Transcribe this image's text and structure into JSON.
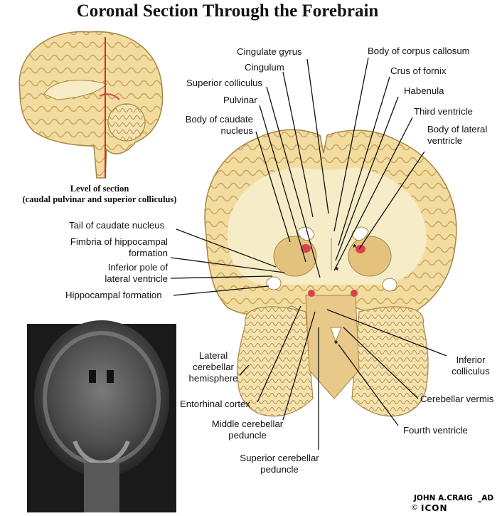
{
  "title": "Coronal Section Through the Forebrain",
  "level_caption": {
    "line1": "Level of section",
    "line2": "(caudal pulvinar and superior colliculus)"
  },
  "labels": {
    "cingulate_gyrus": "Cingulate gyrus",
    "cingulum": "Cingulum",
    "superior_colliculus": "Superior colliculus",
    "pulvinar": "Pulvinar",
    "body_of_caudate_1": "Body of caudate",
    "body_of_caudate_2": "nucleus",
    "body_of_corpus_callosum": "Body of corpus callosum",
    "crus_of_fornix": "Crus of fornix",
    "habenula": "Habenula",
    "third_ventricle": "Third ventricle",
    "body_of_lateral_1": "Body of lateral",
    "body_of_lateral_2": "ventricle",
    "tail_of_caudate": "Tail of caudate nucleus",
    "fimbria_1": "Fimbria of hippocampal",
    "fimbria_2": "formation",
    "inferior_pole_1": "Inferior pole of",
    "inferior_pole_2": "lateral ventricle",
    "hippocampal_formation": "Hippocampal formation",
    "lateral_cerebellar_1": "Lateral",
    "lateral_cerebellar_2": "cerebellar",
    "lateral_cerebellar_3": "hemisphere",
    "entorhinal_cortex": "Entorhinal cortex",
    "middle_cerebellar_1": "Middle cerebellar",
    "middle_cerebellar_2": "peduncle",
    "superior_cerebellar_1": "Superior cerebellar",
    "superior_cerebellar_2": "peduncle",
    "inferior_colliculus_1": "Inferior",
    "inferior_colliculus_2": "colliculus",
    "cerebellar_vermis": "Cerebellar vermis",
    "fourth_ventricle": "Fourth ventricle"
  },
  "asterisk": "*",
  "signature": {
    "name": "JOHN A.CRAIG",
    "suffix": "_AD",
    "copyright": "©",
    "brand": "ICON"
  },
  "colors": {
    "brain_tissue": "#f2dc9f",
    "gyrus_edge": "#c9a35b",
    "white_matter": "#f7ecc8",
    "ventricle_red": "#d8434b",
    "section_line": "#e0242a",
    "mri_bg": "#1a1a1a"
  }
}
